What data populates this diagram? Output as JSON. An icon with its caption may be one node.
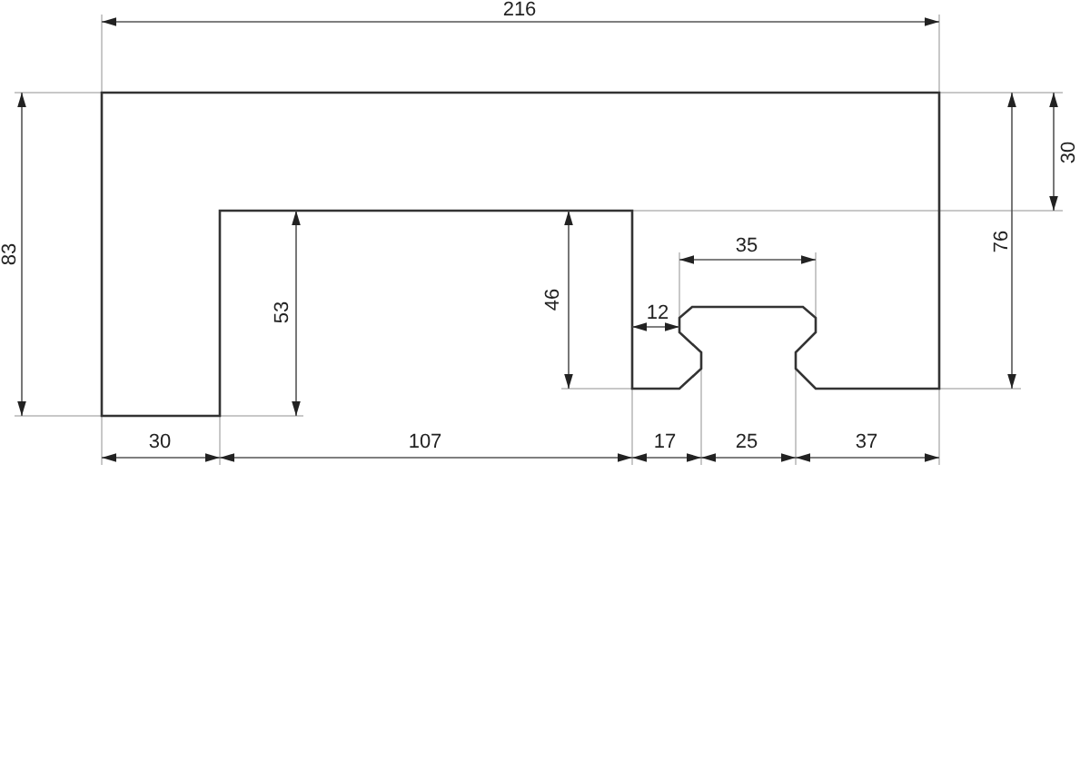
{
  "diagram": {
    "labels": [
      "216",
      "30",
      "83",
      "35",
      "76",
      "53",
      "46",
      "12",
      "30",
      "107",
      "17",
      "25",
      "37"
    ]
  }
}
